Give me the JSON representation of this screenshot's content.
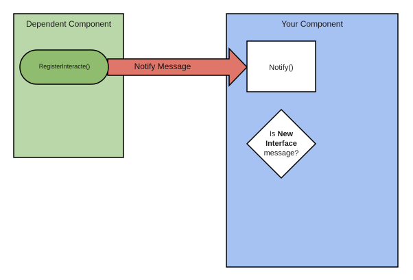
{
  "dependent_component": {
    "title": "Dependent Component",
    "terminator_label": "RegisterInteracte()",
    "fill": "#b9d7a8",
    "terminator_fill": "#8fbc6e"
  },
  "your_component": {
    "title": "Your Component",
    "fill": "#a6c2f2",
    "notify_box_label": "Notify()",
    "decision": {
      "line1": "Is",
      "bold_word": "New",
      "line2": "Interface",
      "line3": "message?"
    }
  },
  "arrow": {
    "label": "Notify Message",
    "fill": "#e0756a"
  }
}
